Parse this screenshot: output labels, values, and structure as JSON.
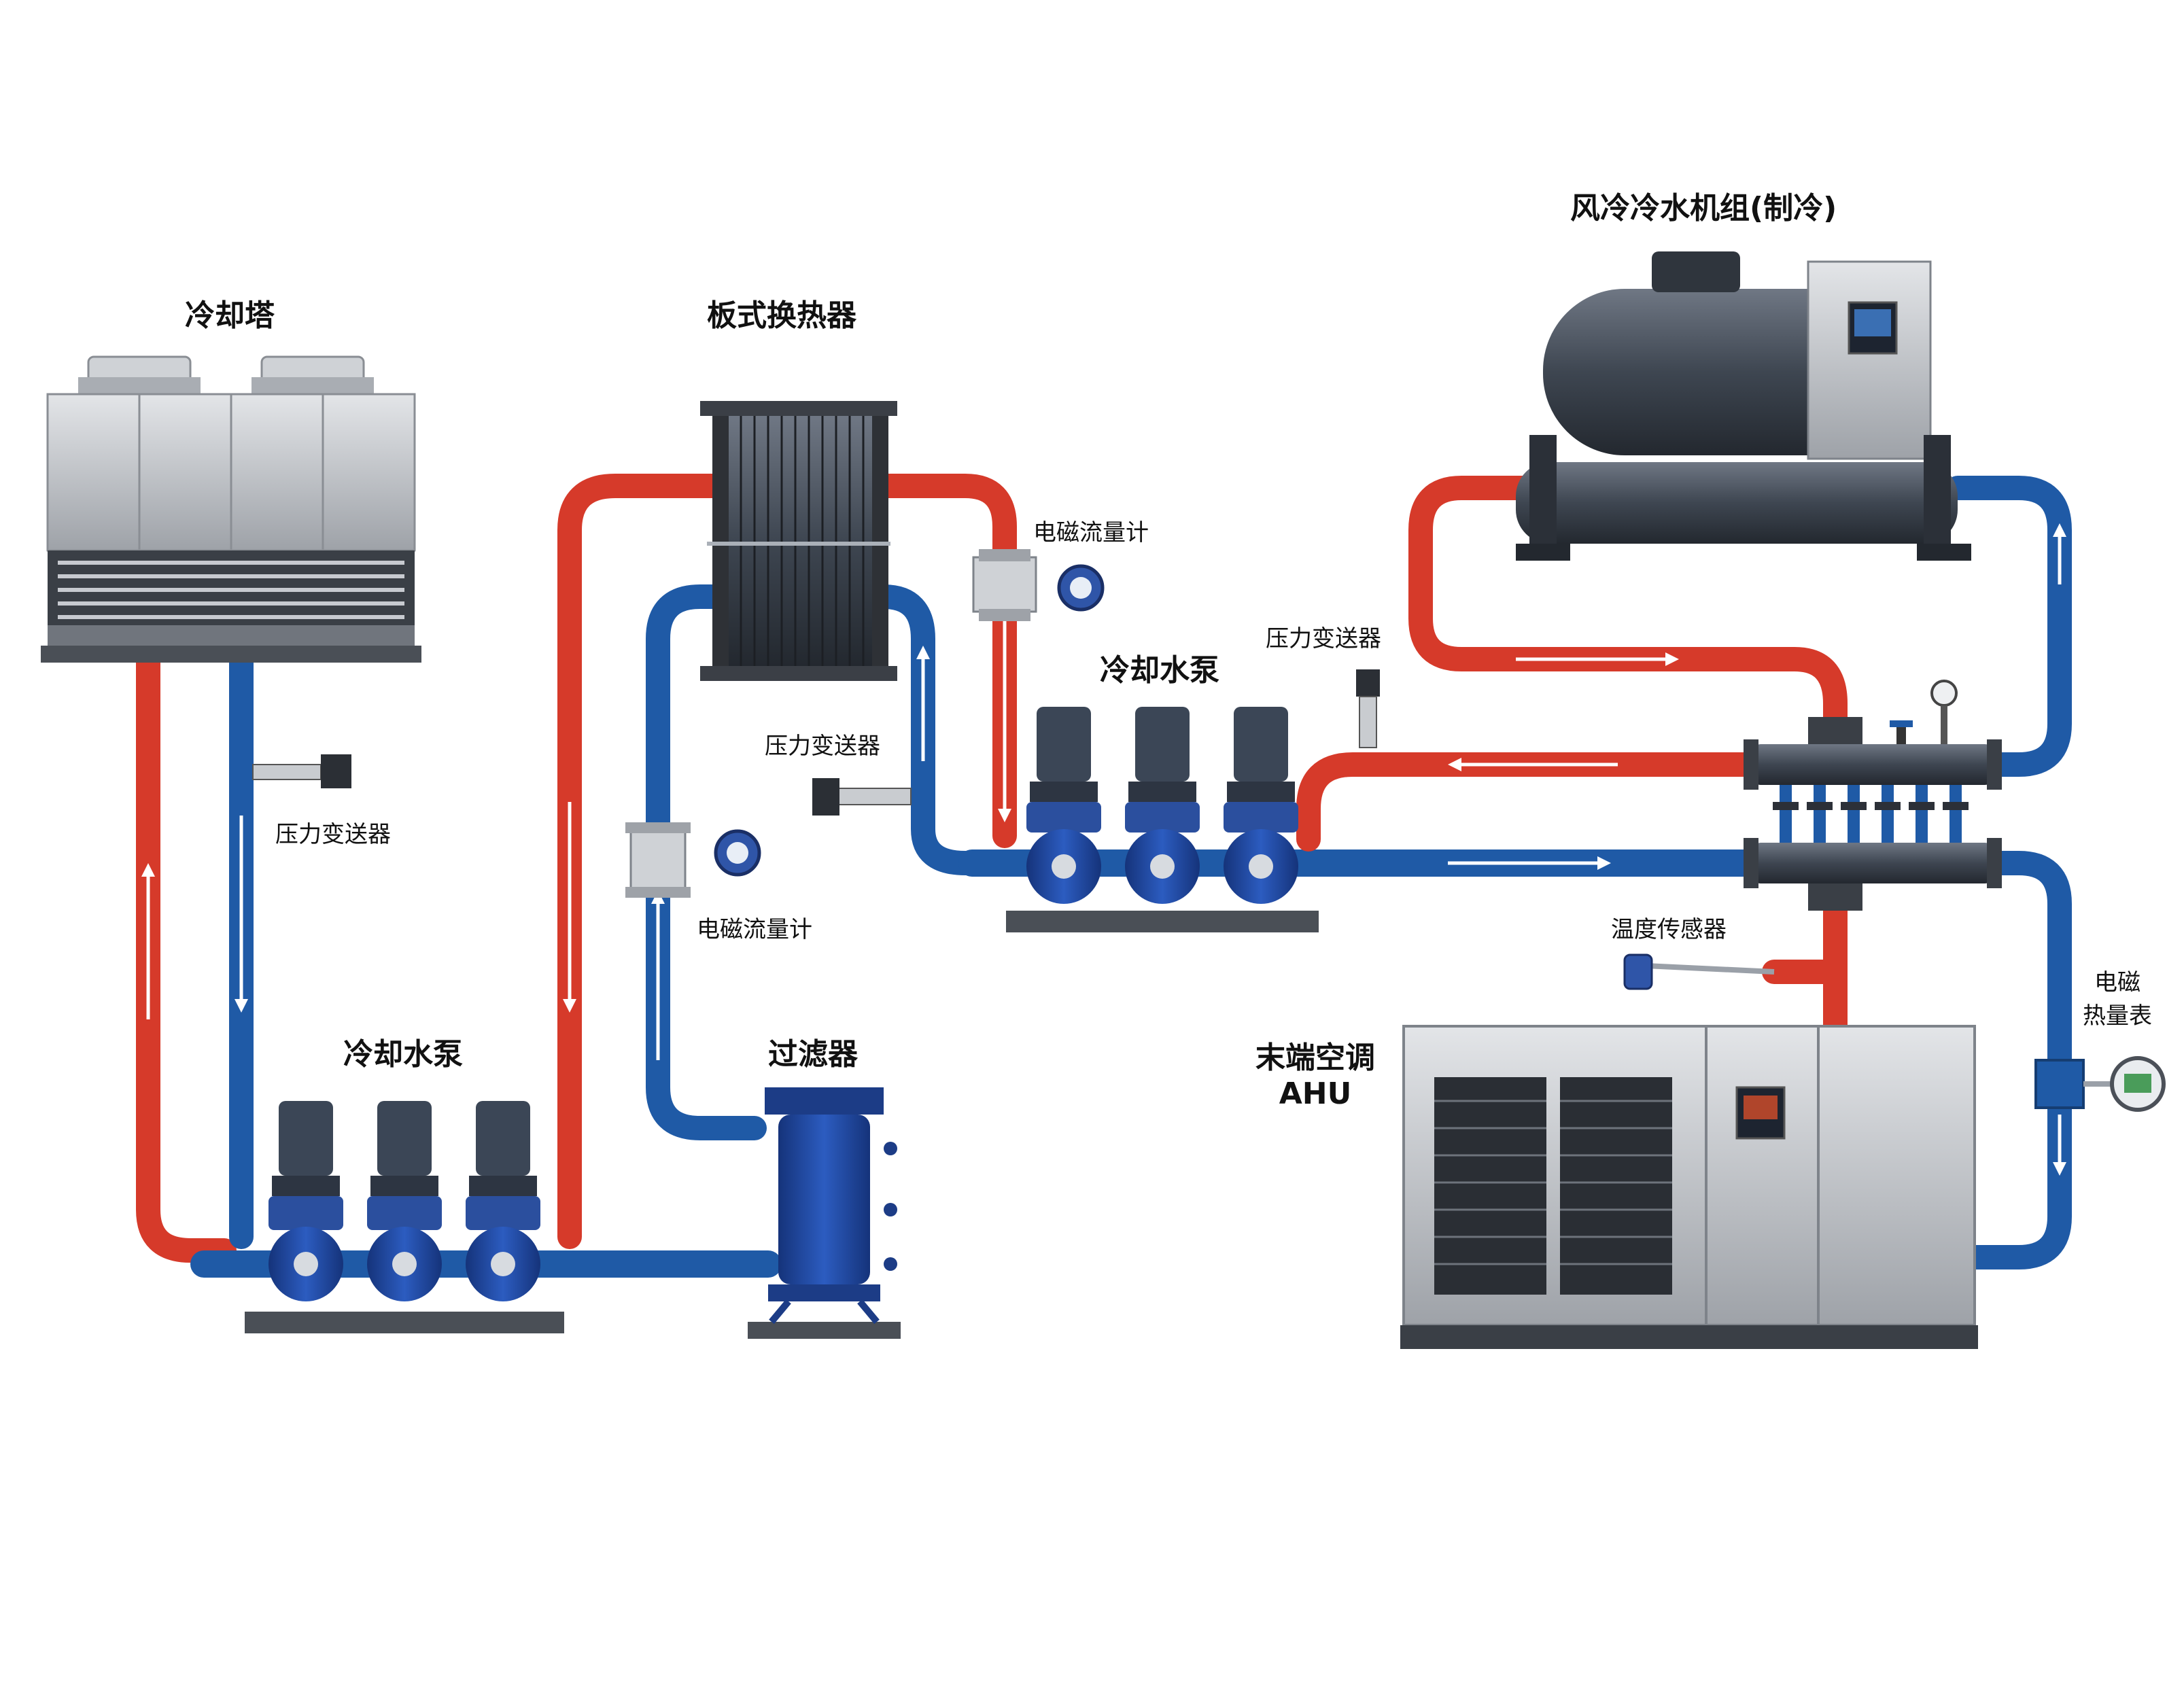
{
  "labels": {
    "cooling_tower": "冷却塔",
    "plate_hx": "板式换热器",
    "chiller": "风冷冷水机组(制冷)",
    "pump_left": "冷却水泵",
    "pump_mid": "冷却水泵",
    "filter": "过滤器",
    "ahu_line1": "末端空调",
    "ahu_line2": "AHU",
    "pressure_left": "压力变送器",
    "pressure_mid": "压力变送器",
    "pressure_right": "压力变送器",
    "flow_top": "电磁流量计",
    "flow_left": "电磁流量计",
    "temp_sensor": "温度传感器",
    "heat_meter_line1": "电磁",
    "heat_meter_line2": "热量表"
  },
  "colors": {
    "hot_pipe": "#d63a2a",
    "cold_pipe": "#1f5aa6",
    "equipment_gray": "#b9bcc0",
    "pump_blue": "#1d3f8c",
    "motor_dark": "#3b4656"
  }
}
